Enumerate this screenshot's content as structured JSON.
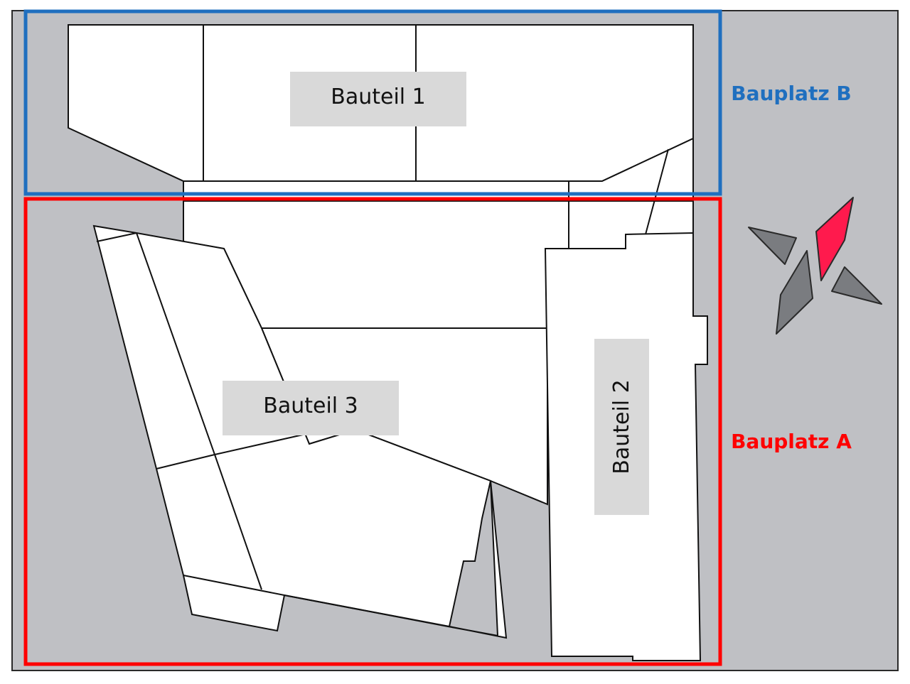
{
  "labels": {
    "bauteil1": "Bauteil 1",
    "bauteil2": "Bauteil 2",
    "bauteil3": "Bauteil 3",
    "bauplatzA": "Bauplatz A",
    "bauplatzB": "Bauplatz B"
  },
  "colors": {
    "background": "#bfc0c4",
    "building": "#ffffff",
    "outline": "#111111",
    "label_box": "#d9d9d9",
    "bauplatz_a": "#ff0000",
    "bauplatz_b": "#1f6fbf",
    "compass_north": "#ff1a4d",
    "compass_other": "#7a7c80"
  },
  "icons": {
    "compass": "north-arrow-icon"
  }
}
